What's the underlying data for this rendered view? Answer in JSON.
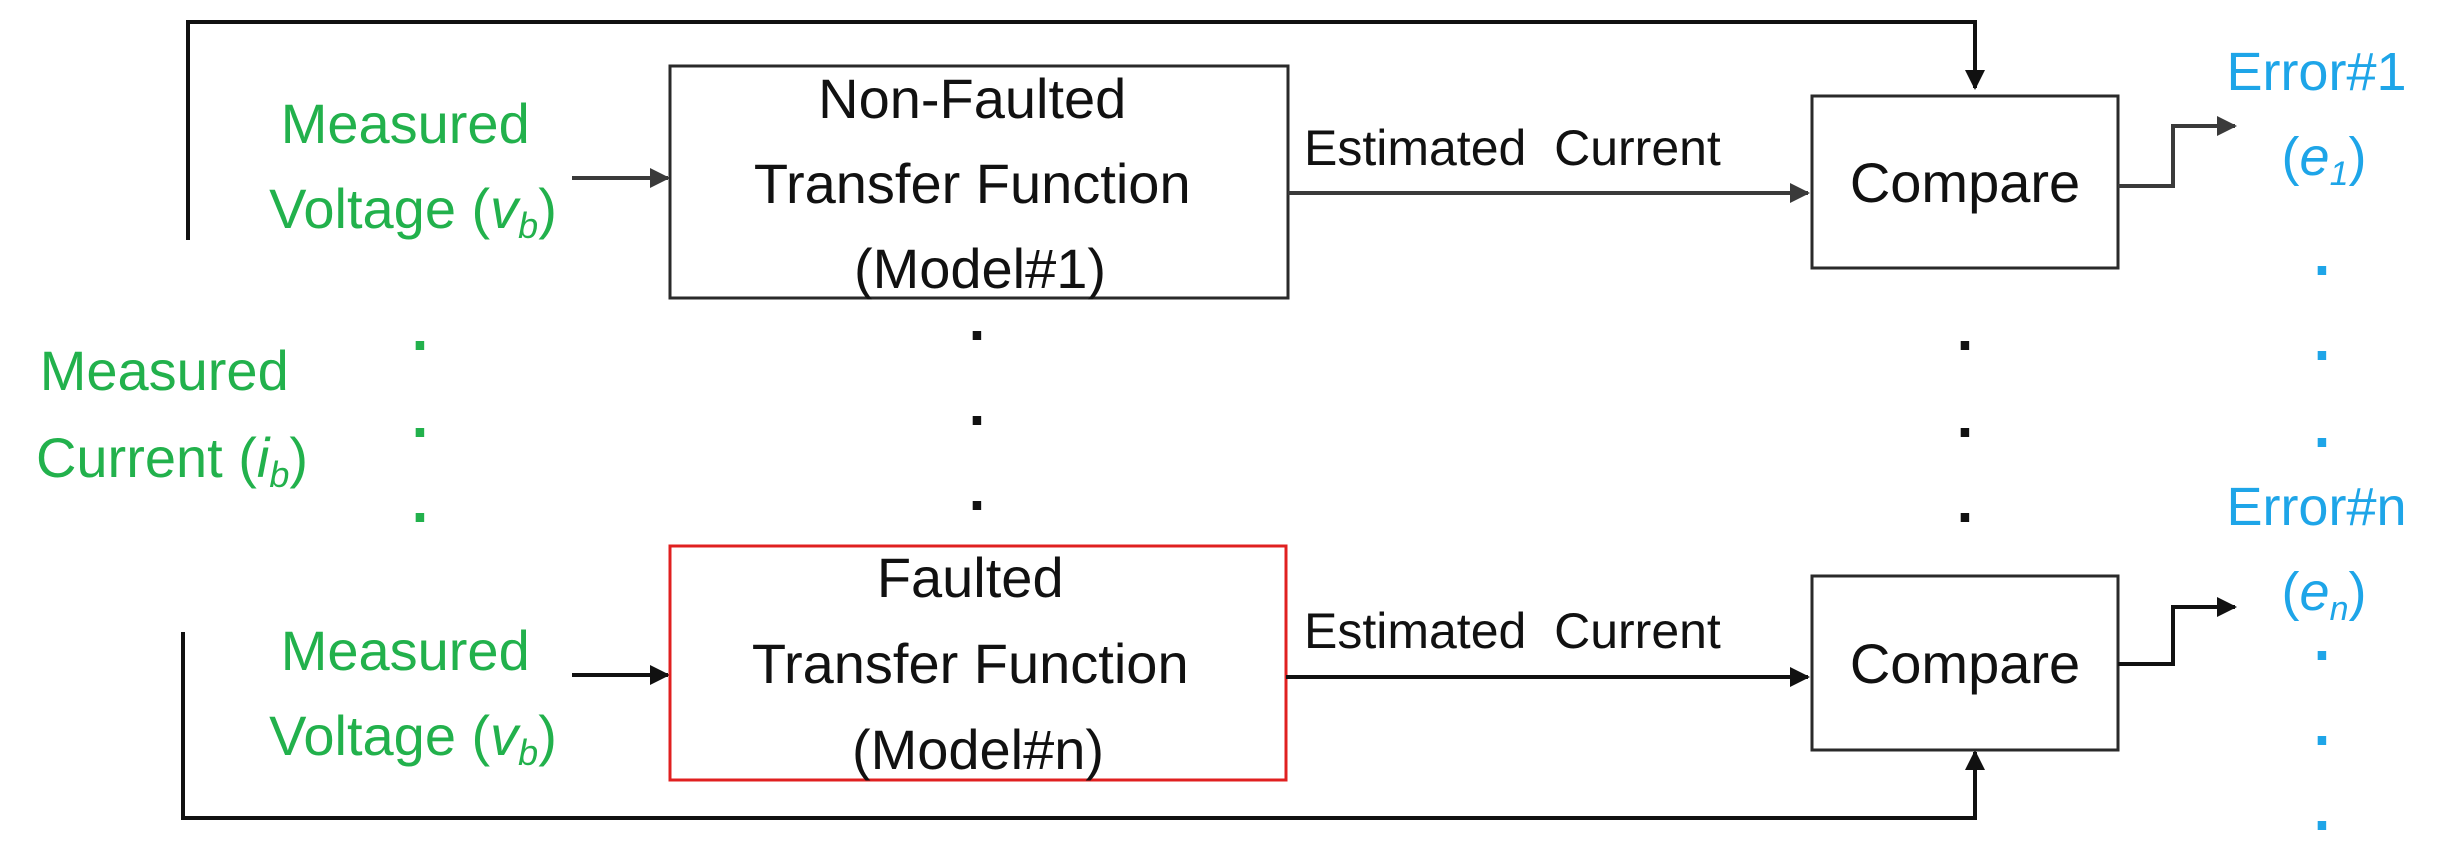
{
  "inputs": {
    "measured_voltage_top": {
      "line1": "Measured",
      "line2_prefix": "Voltage (",
      "var": "v",
      "sub": "b",
      "line2_suffix": ")"
    },
    "measured_voltage_bottom": {
      "line1": "Measured",
      "line2_prefix": "Voltage (",
      "var": "v",
      "sub": "b",
      "line2_suffix": ")"
    },
    "measured_current": {
      "line1": "Measured",
      "line2_prefix": "Current (",
      "var": "i",
      "sub": "b",
      "line2_suffix": ")"
    }
  },
  "models": {
    "top": {
      "line1": "Non-Faulted",
      "line2": "Transfer Function",
      "line3": "(Model#1)"
    },
    "bottom": {
      "line1": "Faulted",
      "line2": "Transfer Function",
      "line3": "(Model#n)"
    }
  },
  "edges": {
    "estimated_current_top": "Estimated  Current",
    "estimated_current_bottom": "Estimated  Current"
  },
  "compare": {
    "top": "Compare",
    "bottom": "Compare"
  },
  "errors": {
    "top": {
      "label": "Error#1",
      "var": "e",
      "sub": "1"
    },
    "bottom": {
      "label": "Error#n",
      "var": "e",
      "sub": "n"
    }
  },
  "ellipsis_dot": "."
}
